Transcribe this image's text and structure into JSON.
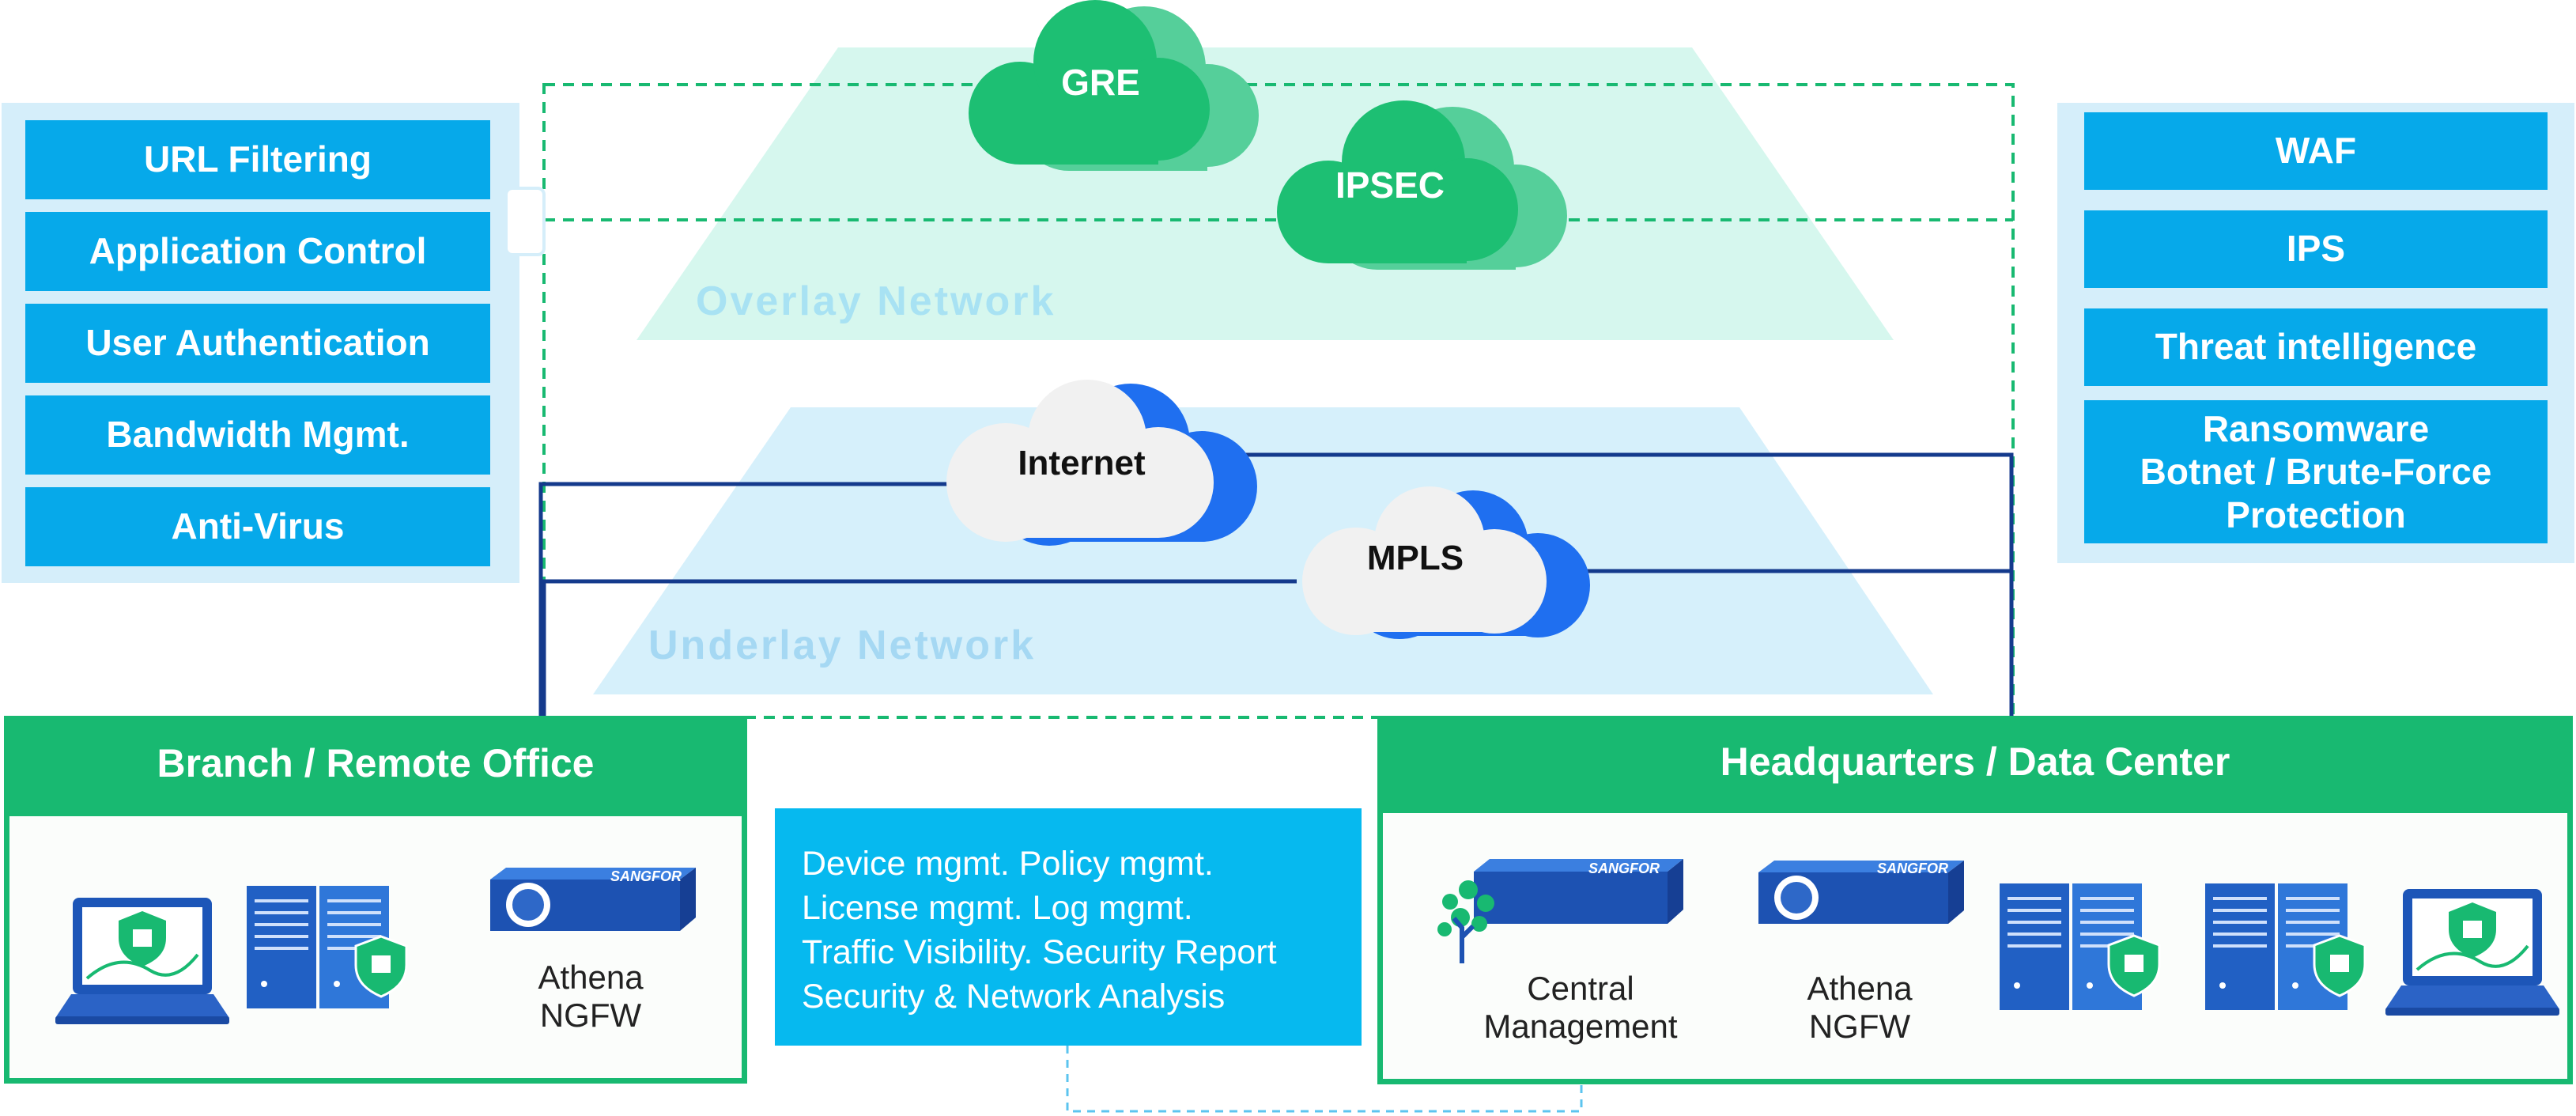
{
  "left_features": [
    "URL Filtering",
    "Application Control",
    "User Authentication",
    "Bandwidth Mgmt.",
    "Anti-Virus"
  ],
  "right_features": [
    "WAF",
    "IPS",
    "Threat intelligence",
    "Ransomware\nBotnet / Brute-Force\nProtection"
  ],
  "overlay": {
    "label": "Overlay Network",
    "tunnels": [
      "GRE",
      "IPSEC"
    ]
  },
  "underlay": {
    "label": "Underlay Network",
    "links": [
      "Internet",
      "MPLS"
    ]
  },
  "branch": {
    "title": "Branch / Remote Office",
    "device_label": "Athena\nNGFW",
    "vendor": "SANGFOR"
  },
  "hq": {
    "title": "Headquarters / Data Center",
    "central_label": "Central\nManagement",
    "device_label": "Athena\nNGFW",
    "vendor": "SANGFOR"
  },
  "management_capabilities": [
    "Device mgmt.  Policy mgmt.",
    "License mgmt.  Log mgmt.",
    "Traffic Visibility. Security Report",
    "Security & Network Analysis"
  ],
  "colors": {
    "green": "#18b971",
    "feature_blue": "#06a9ea",
    "panel_blue": "#d5eefa",
    "overlay_mint": "#d6f7ee",
    "underlay_blue": "#d6f0fb",
    "cloud_green": "#1dbf73",
    "cloud_blue": "#1f6ff0",
    "line_navy": "#143a8c"
  }
}
